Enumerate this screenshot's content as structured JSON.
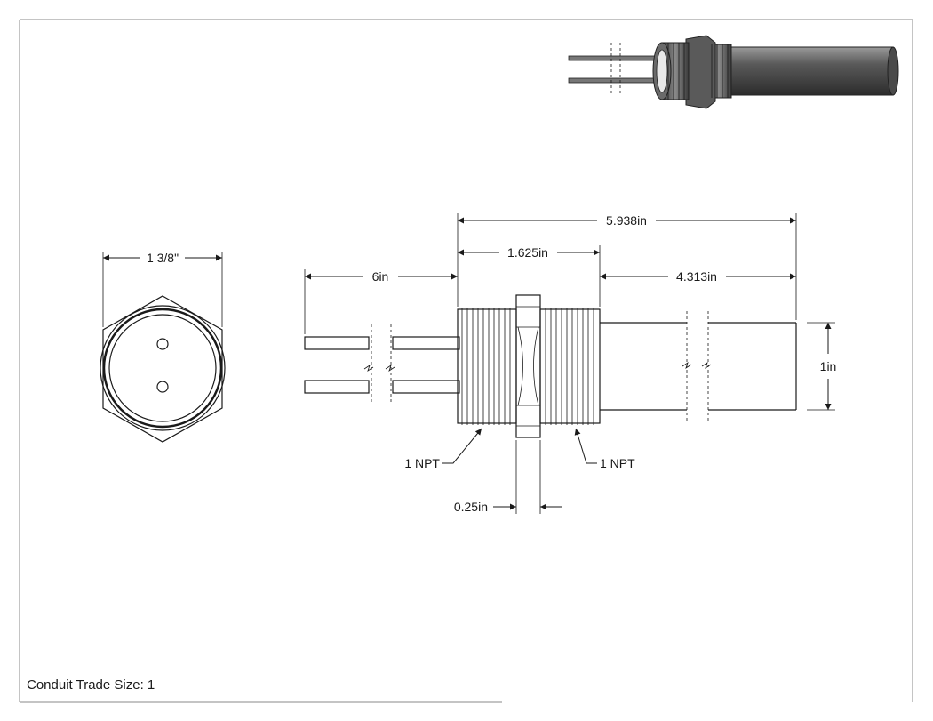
{
  "dimensions": {
    "hex_across_flats": "1 3/8\"",
    "lead_length": "6in",
    "overall_length": "5.938in",
    "fitting_length": "1.625in",
    "tube_length": "4.313in",
    "tube_diameter": "1in",
    "nut_thickness": "0.25in"
  },
  "callouts": {
    "thread_left": "1 NPT",
    "thread_right": "1 NPT"
  },
  "footer": {
    "note": "Conduit Trade Size: 1"
  }
}
